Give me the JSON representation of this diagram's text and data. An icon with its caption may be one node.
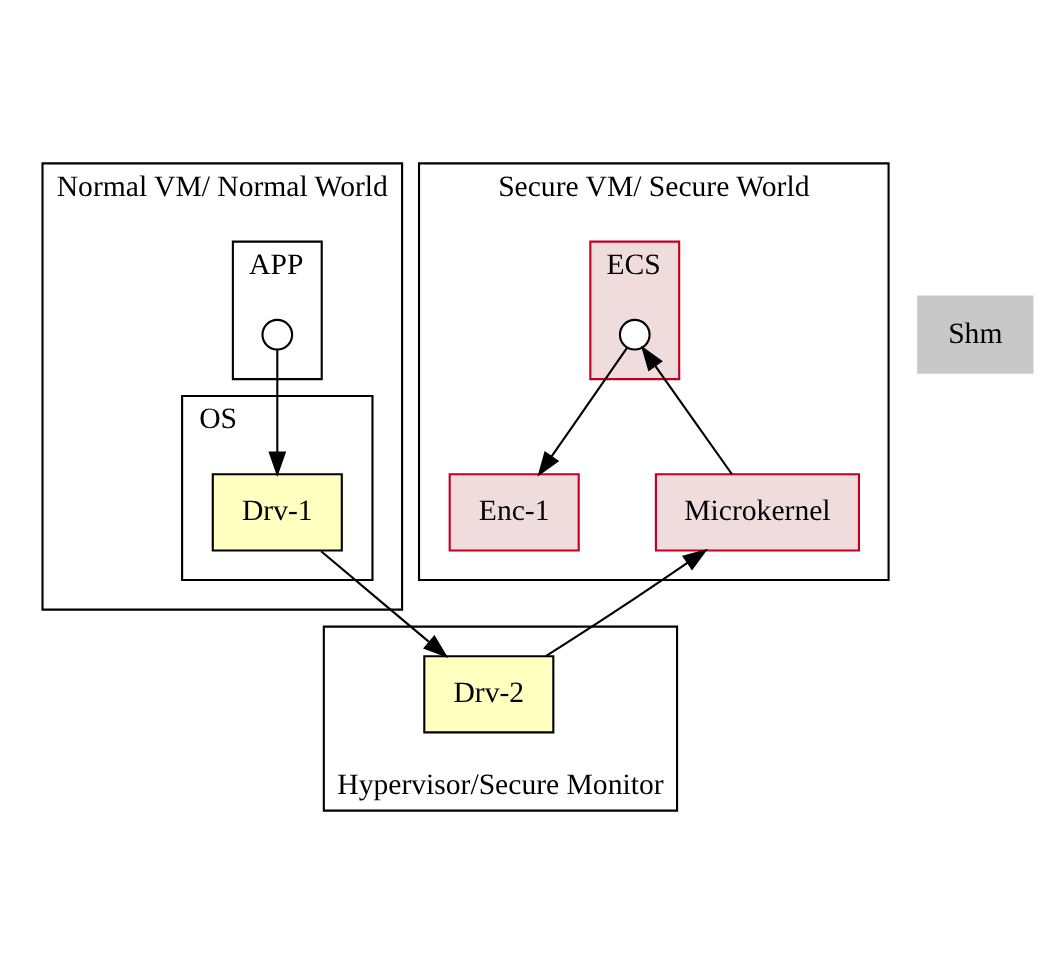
{
  "diagram": {
    "nodes": [
      {
        "text": [
          "Normal VM/ Normal World"
        ]
      },
      {
        "text": [
          "APP"
        ],
        "in": 0
      },
      {
        "text": [],
        "shape": "circle",
        "in": 1
      },
      {
        "text": [
          "OS"
        ],
        "in": 0
      },
      {
        "text": [
          "Drv-1"
        ],
        "in": 3
      },
      {
        "text": [
          "Shm"
        ]
      },
      {
        "text": [
          "Secure VM/ Secure World"
        ]
      },
      {
        "text": [
          "ECS"
        ],
        "in": 6
      },
      {
        "text": [],
        "shape": "circle",
        "in": 7
      },
      {
        "text": [
          "Enc-1"
        ],
        "in": 6
      },
      {
        "text": [
          "Microkernel"
        ],
        "in": 6
      },
      {
        "text": [
          "Hypervisor/Secure Monitor"
        ]
      },
      {
        "text": [
          "Drv-2"
        ],
        "in": 11
      }
    ],
    "edges": [
      {
        "from": 2,
        "to": 4,
        "arrow": "to"
      },
      {
        "from": 4,
        "to": 12,
        "arrow": "to"
      },
      {
        "from": 12,
        "to": 10,
        "arrow": "to"
      },
      {
        "from": 10,
        "to": 8,
        "arrow": "to"
      },
      {
        "from": 8,
        "to": 9,
        "arrow": "to"
      }
    ]
  }
}
